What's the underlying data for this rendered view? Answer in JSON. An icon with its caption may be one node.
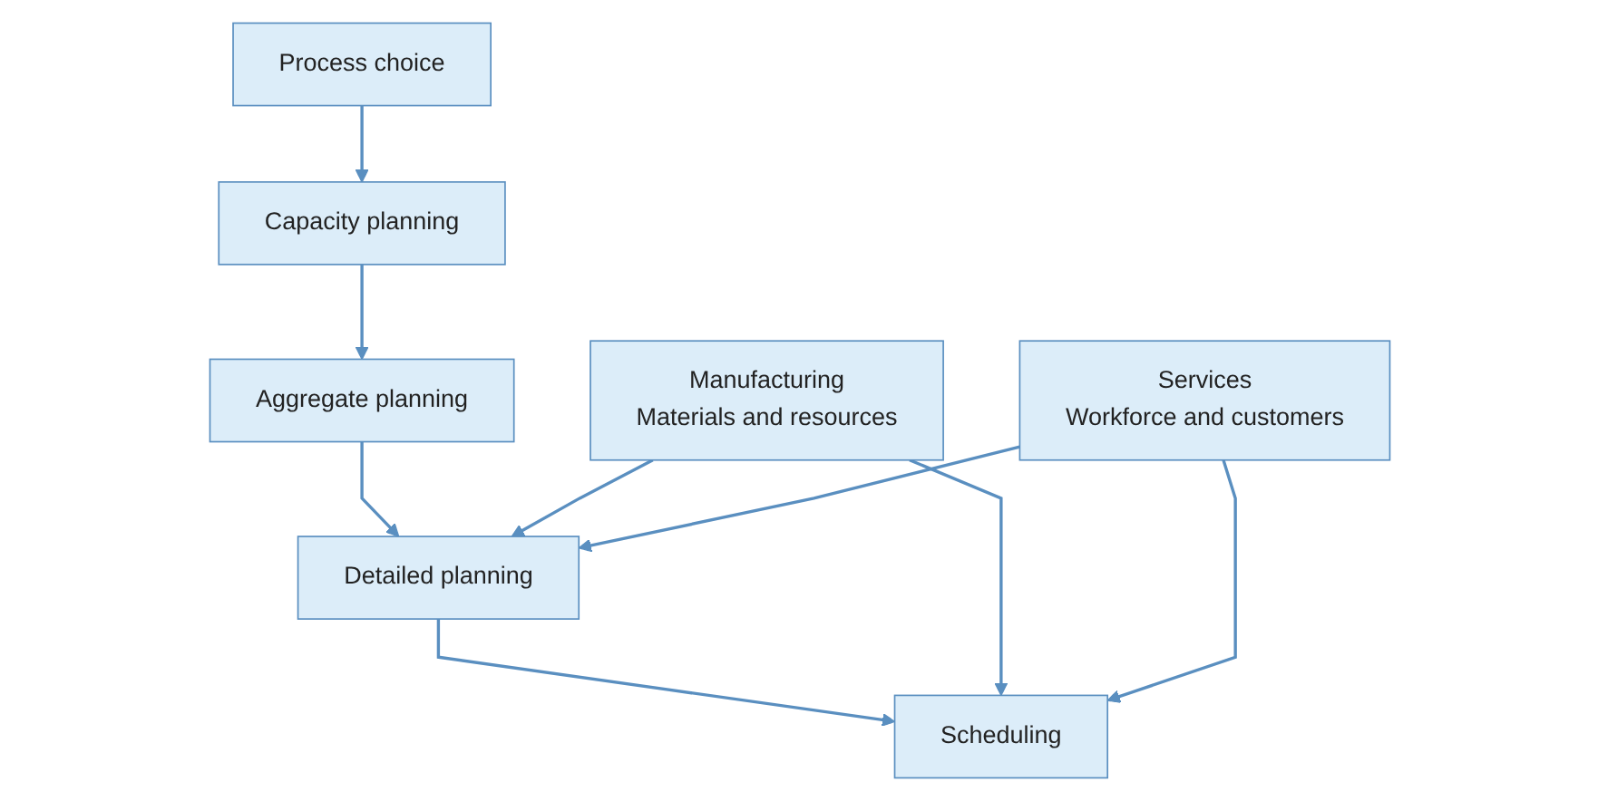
{
  "diagram": {
    "nodes": [
      {
        "text": [
          "Process choice"
        ]
      },
      {
        "text": [
          "Capacity planning"
        ]
      },
      {
        "text": [
          "Aggregate planning"
        ]
      },
      {
        "text": [
          "Detailed planning"
        ]
      },
      {
        "text": [
          "Manufacturing",
          "Materials and resources"
        ]
      },
      {
        "text": [
          "Services",
          "Workforce and customers"
        ]
      },
      {
        "text": [
          "Scheduling"
        ]
      }
    ],
    "edges": [
      {
        "from": 0,
        "to": 1,
        "arrow": "to"
      },
      {
        "from": 1,
        "to": 2,
        "arrow": "to"
      },
      {
        "from": 2,
        "to": 3,
        "arrow": "to"
      },
      {
        "from": 4,
        "to": 3,
        "arrow": "to"
      },
      {
        "from": 5,
        "to": 3,
        "arrow": "to"
      },
      {
        "from": 3,
        "to": 6,
        "arrow": "to"
      },
      {
        "from": 4,
        "to": 6,
        "arrow": "to"
      },
      {
        "from": 5,
        "to": 6,
        "arrow": "to"
      }
    ]
  }
}
